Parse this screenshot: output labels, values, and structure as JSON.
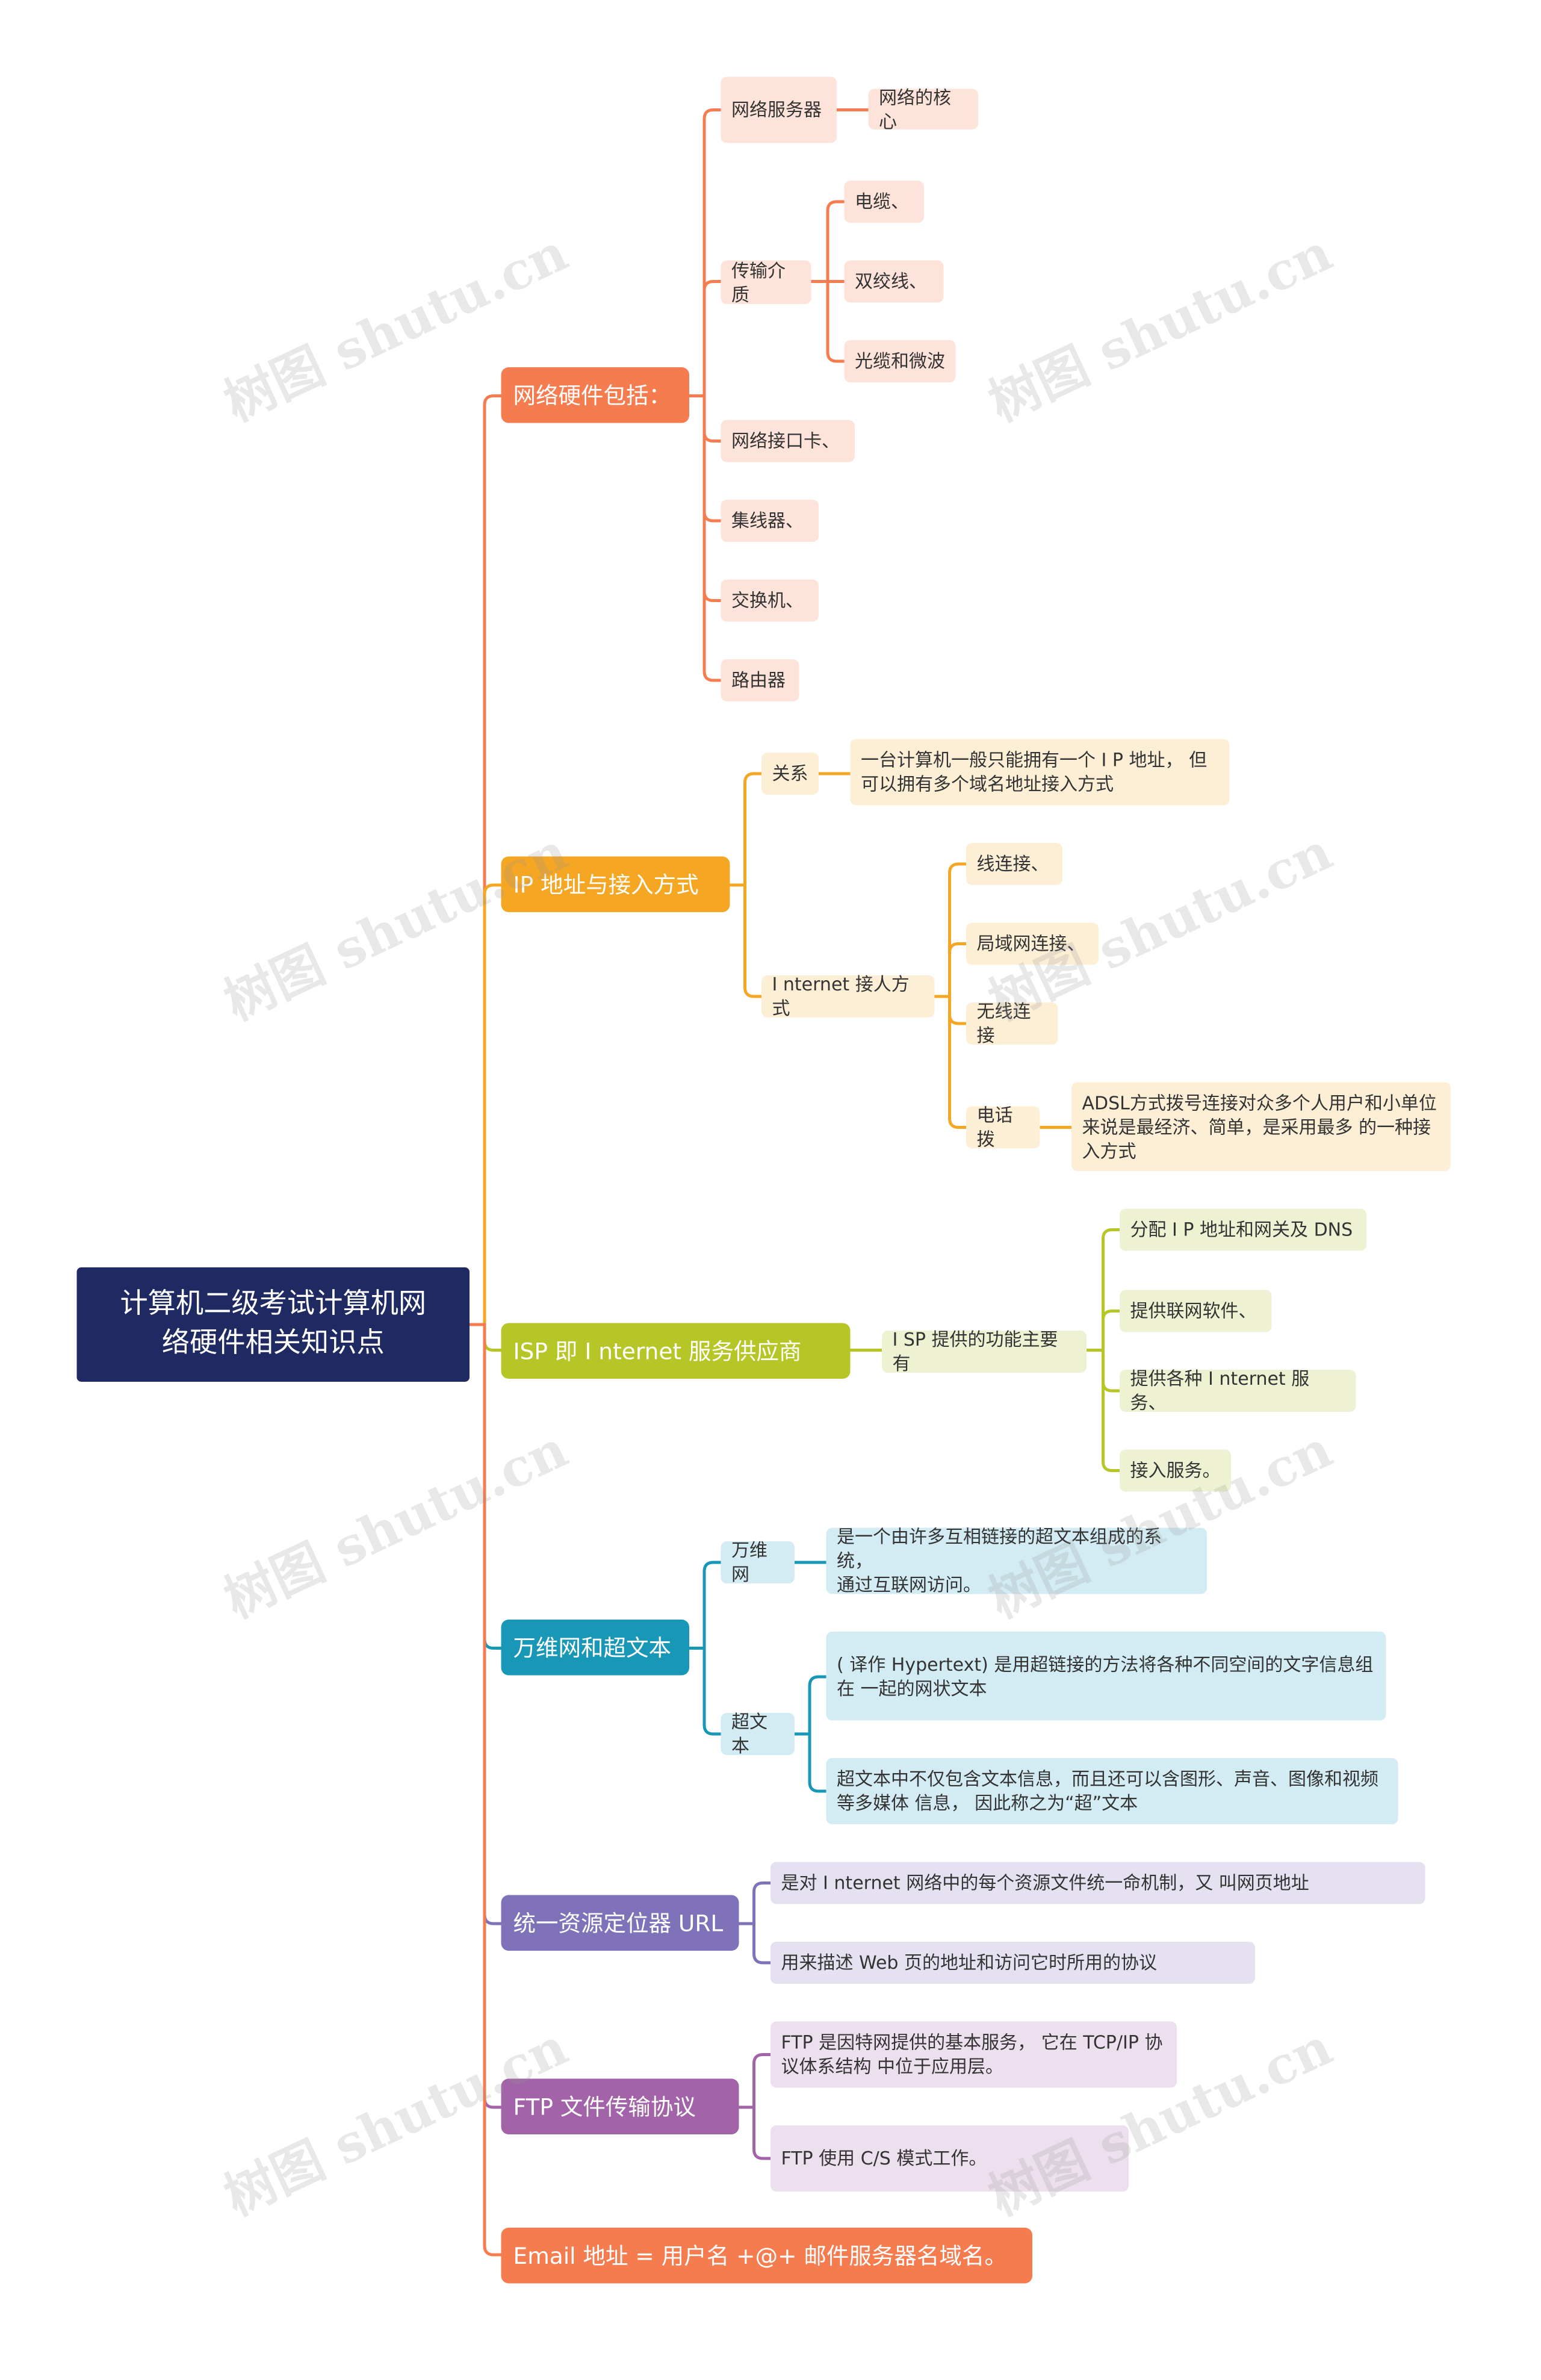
{
  "root": {
    "label": "计算机二级考试计算机网\n络硬件相关知识点"
  },
  "colors": {
    "root": "#1f2a63",
    "hardware": "#f47c4f",
    "ip": "#f5a623",
    "isp": "#b5c626",
    "www": "#1897b6",
    "url": "#7f72b8",
    "ftp": "#a363a8",
    "email": "#f47c4f"
  },
  "branches": {
    "hardware": {
      "label": "网络硬件包括：",
      "server": "网络服务器",
      "server_core": "网络的核心",
      "media": "传输介质",
      "cable": "电缆、",
      "twisted": "双绞线、",
      "fiber": "光缆和微波",
      "nic": "网络接口卡、",
      "hub": "集线器、",
      "switch": "交换机、",
      "router": "路由器"
    },
    "ip": {
      "label": "IP 地址与接入方式",
      "relation": "关系",
      "relation_text": "一台计算机一般只能拥有一个 I P 地址， 但\n可以拥有多个域名地址接入方式",
      "access": "I nternet 接人方式",
      "line": "线连接、",
      "lan": "局域网连接、",
      "wireless": "无线连接",
      "dial": "电话拨",
      "dial_text": "ADSL方式拨号连接对众多个人用户和小单位\n来说是最经济、简单，是采用最多 的一种接\n入方式"
    },
    "isp": {
      "label": "ISP 即 I nternet 服务供应商",
      "func": "I SP 提供的功能主要有",
      "f1": "分配 I P 地址和网关及 DNS",
      "f2": "提供联网软件、",
      "f3": "提供各种 I nternet 服务、",
      "f4": "接入服务。"
    },
    "www": {
      "label": "万维网和超文本",
      "web": "万维网",
      "web_text": "是一个由许多互相链接的超文本组成的系统，\n通过互联网访问。",
      "hyper": "超文本",
      "hyper_text1": "( 译作 Hypertext) 是用超链接的方法将各种不同空间的文字信息组\n在 一起的网状文本",
      "hyper_text2": "超文本中不仅包含文本信息，而且还可以含图形、声音、图像和视频\n等多媒体 信息， 因此称之为“超”文本"
    },
    "url": {
      "label": "统一资源定位器 URL",
      "t1": "是对 I nternet 网络中的每个资源文件统一命机制，又 叫网页地址",
      "t2": "用来描述 Web 页的地址和访问它时所用的协议"
    },
    "ftp": {
      "label": "FTP 文件传输协议",
      "t1": "FTP 是因特网提供的基本服务， 它在 TCP/IP 协\n议体系结构 中位于应用层。",
      "t2": "FTP 使用 C/S 模式工作。"
    },
    "email": {
      "label": "Email 地址 = 用户名 +@+ 邮件服务器名域名。"
    }
  },
  "watermark": "树图 shutu.cn"
}
